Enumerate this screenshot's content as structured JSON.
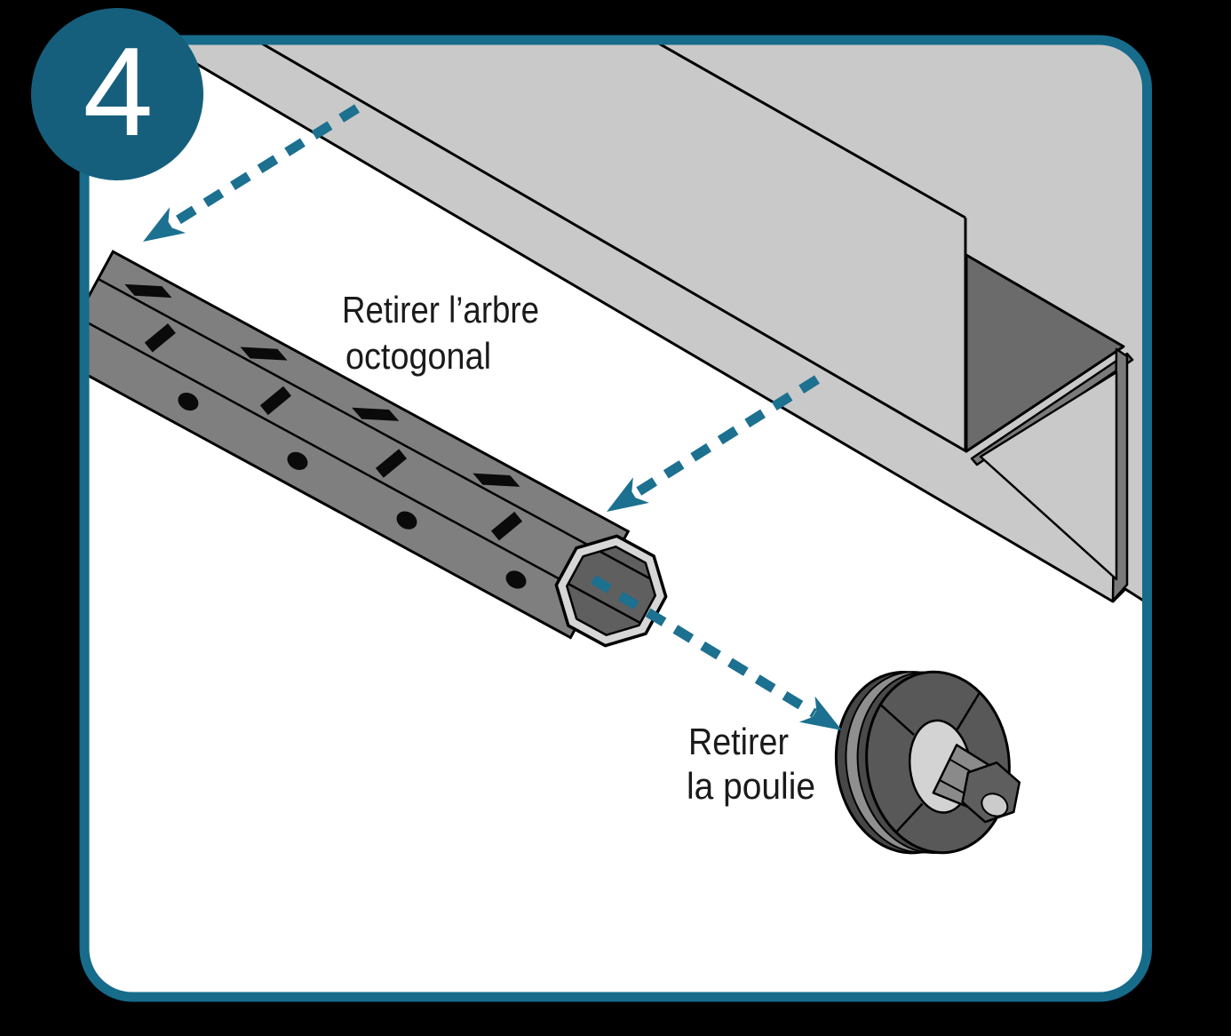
{
  "step_badge": {
    "number": "4"
  },
  "labels": {
    "remove_shaft": {
      "line1": "Retirer l’arbre",
      "line2": "octogonal"
    },
    "remove_pulley": {
      "line1": "Retirer",
      "line2": "la poulie"
    }
  },
  "figure": {
    "parts": [
      "lintel-box",
      "octagonal-shaft",
      "pulley"
    ],
    "arrows": [
      "lintel-to-shaft-arrow",
      "lintel-to-shaft-end-arrow",
      "shaft-end-to-pulley-arrow"
    ]
  },
  "colors": {
    "page_background": "#000000",
    "panel_fill": "#FFFFFF",
    "panel_border": "#176B8B",
    "badge_fill": "#155F7D",
    "badge_digit": "#FFFFFF",
    "arrow_teal": "#1C7090",
    "lintel_light_gray": "#C9C9C9",
    "lintel_dark_gray": "#6B6B6B",
    "bracket_gray": "#7A7A7A",
    "shaft_gray": "#7F7F7F",
    "shaft_end_rim": "#D6D6D6",
    "shaft_end_inner": "#5F5F5F",
    "pulley_face": "#585858",
    "pulley_groove": "#8F8F8F",
    "pulley_hub": "#D3D3D3",
    "outline_black": "#000000",
    "label_text": "#1A1A1A"
  }
}
